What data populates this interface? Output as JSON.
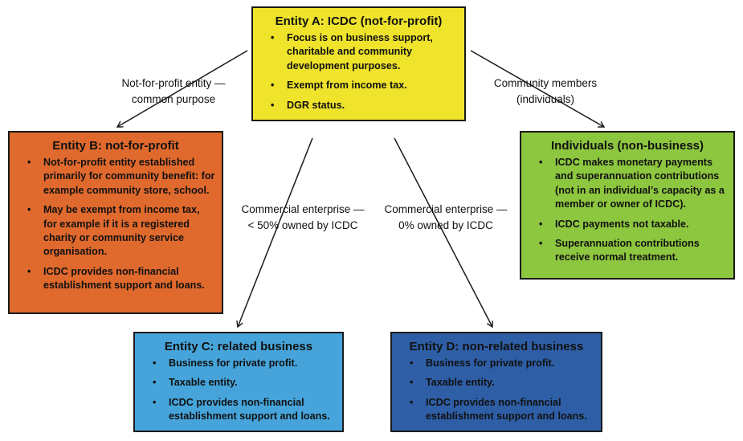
{
  "boxes": {
    "entity_a": {
      "title": "Entity A: ICDC (not-for-profit)",
      "bullets": [
        "Focus is on business support, charitable and community development purposes.",
        "Exempt from income tax.",
        "DGR status."
      ]
    },
    "entity_b": {
      "title": "Entity B: not-for-profit",
      "bullets": [
        "Not-for-profit entity established primarily for community benefit: for example community store, school.",
        "May be exempt from income tax, for example if it is a registered charity or community service organisation.",
        "ICDC provides non-financial establishment support and loans."
      ]
    },
    "individuals": {
      "title": "Individuals (non-business)",
      "bullets": [
        "ICDC makes monetary payments and superannuation contributions (not in an individual’s capacity as a member or owner of ICDC).",
        "ICDC payments not taxable.",
        "Superannuation contributions receive normal treatment."
      ]
    },
    "entity_c": {
      "title": "Entity C: related business",
      "bullets": [
        "Business for private profit.",
        "Taxable entity.",
        "ICDC provides non-financial establishment support and loans."
      ]
    },
    "entity_d": {
      "title": "Entity D: non-related business",
      "bullets": [
        "Business for private profit.",
        "Taxable entity.",
        "ICDC provides non-financial establishment support and loans."
      ]
    }
  },
  "edge_labels": {
    "b_link": "Not-for-profit entity —\ncommon purpose",
    "individuals_link": "Community members\n(individuals)",
    "c_link": "Commercial enterprise —\n< 50% owned by ICDC",
    "d_link": "Commercial enterprise —\n0% owned by ICDC"
  },
  "colors": {
    "entity_a": "#efe32b",
    "entity_b": "#e0692d",
    "individuals": "#8dc63f",
    "entity_c": "#46a4da",
    "entity_d": "#2e5ea6",
    "line": "#1a1a1a"
  }
}
